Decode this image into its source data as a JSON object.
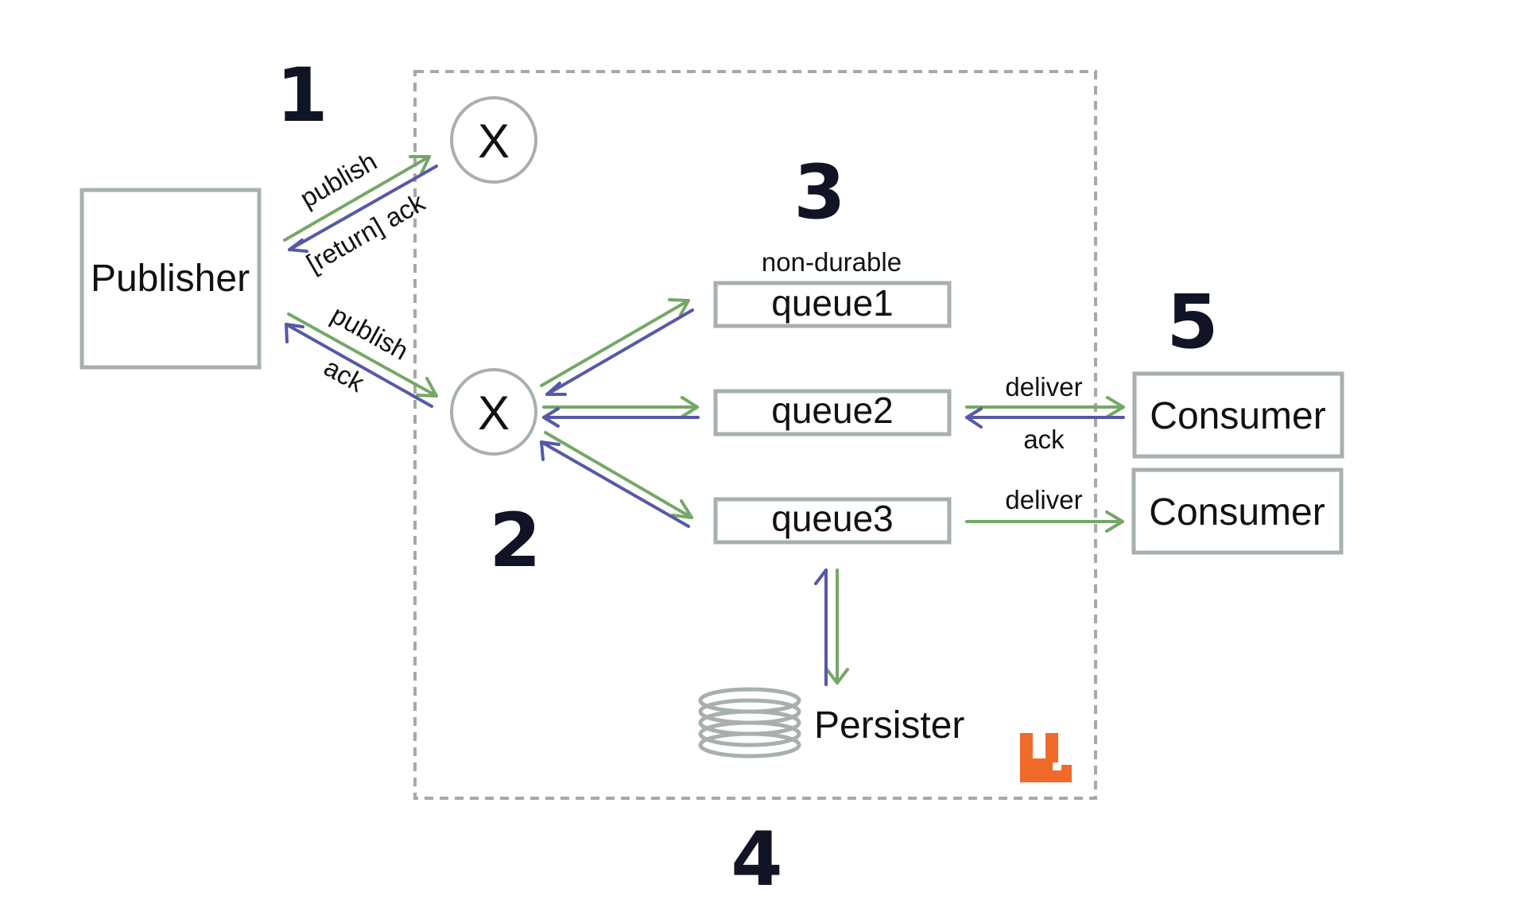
{
  "nodes": {
    "publisher": "Publisher",
    "exchange_top": "X",
    "exchange_main": "X",
    "queue1": "queue1",
    "queue2": "queue2",
    "queue3": "queue3",
    "queue1_tag": "non-durable",
    "consumer1": "Consumer",
    "consumer2": "Consumer",
    "persister": "Persister"
  },
  "edges": {
    "publish_top": "publish",
    "return_ack": "[return] ack",
    "publish_main": "publish",
    "ack_main": "ack",
    "deliver_q2": "deliver",
    "ack_q2": "ack",
    "deliver_q3": "deliver"
  },
  "markers": {
    "step1": "1",
    "step2": "2",
    "step3": "3",
    "step4": "4",
    "step5": "5"
  },
  "colors": {
    "forward_arrow": "#74a866",
    "return_arrow": "#5658a8",
    "node_border": "#a7b0ac",
    "broker_border": "#a5a9a7",
    "logo": "#f06a2a",
    "step_number": "#111424"
  },
  "icons": {
    "persister": "disk-coil-icon",
    "broker_logo": "rabbitmq-logo"
  }
}
